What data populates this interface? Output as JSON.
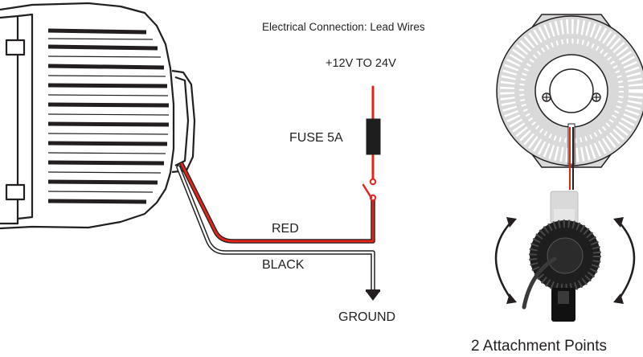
{
  "title": "Electrical Connection: Lead Wires",
  "supply_label": "+12V TO 24V",
  "fuse_label": "FUSE  5A",
  "wires": {
    "red_label": "RED",
    "black_label": "BLACK",
    "ground_label": "GROUND"
  },
  "attachment_label": "2 Attachment Points",
  "colors": {
    "line": "#231f20",
    "red_wire": "#e1251b",
    "light_body": "#d9d9d9",
    "dark_body": "#1e1e1e"
  },
  "icons": [
    "light-housing-side-icon",
    "fuse-icon",
    "switch-icon",
    "ground-icon",
    "light-housing-front-icon",
    "mount-bracket-icon",
    "rotation-arrow-icon"
  ]
}
